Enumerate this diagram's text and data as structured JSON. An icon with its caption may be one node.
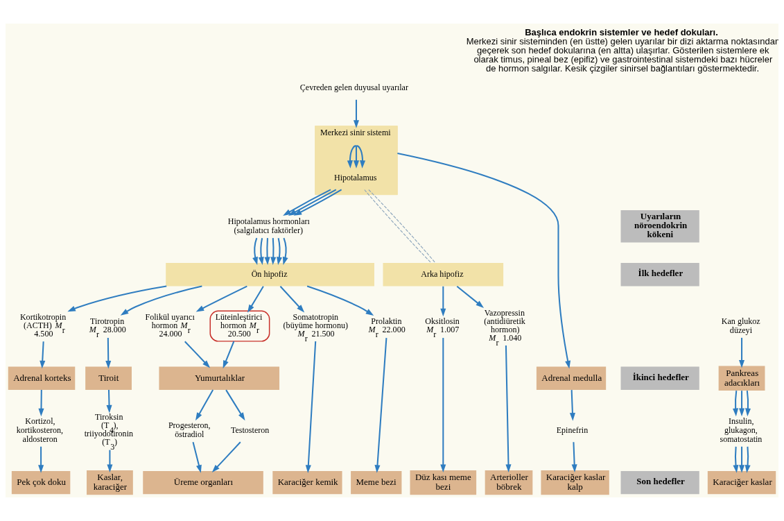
{
  "diagram": {
    "title": "Başlıca endokrin sistemler ve hedef dokuları.",
    "caption": "Merkezi sinir sisteminden (en üstte) gelen uyarılar bir dizi aktarma noktasından geçerek son hedef dokularına (en altta) ulaşırlar. Gösterilen sistemlere ek olarak timus, pineal bez (epifiz) ve gastrointestinal sistemdeki bazı hücreler de hormon salgılar. Kesik çizgiler sinirsel bağlantıları göstermektedir.",
    "nodes": [
      {
        "text": [
          "Çevreden gelen duyusal uyarılar"
        ]
      },
      {
        "text": [
          "Uyarıların nöroendokrin kökeni"
        ]
      },
      {
        "text": [
          "Merkezi sinir sistemi"
        ]
      },
      {
        "text": [
          "Hipotalamus"
        ],
        "in": 2
      },
      {
        "text": [
          "Hipotalamus hormonları (salgılatıcı faktörler)"
        ]
      },
      {
        "text": [
          "İlk hedefler"
        ]
      },
      {
        "text": [
          "Ön hipofiz"
        ]
      },
      {
        "text": [
          "Arka hipofiz"
        ]
      },
      {
        "text": [
          "Kortikotropin (ACTH) *M*$_{r}$ 4.500"
        ]
      },
      {
        "text": [
          "Tirotropin *M*$_{r}$ 28.000"
        ]
      },
      {
        "text": [
          "Folikül uyarıcı hormon *M*$_{r}$ 24.000"
        ]
      },
      {
        "text": [
          "Lüteinleştirici hormon *M*$_{r}$ 20.500"
        ]
      },
      {
        "text": [
          "Somatotropin (büyüme hormonu) *M*$_{r}$ 21.500"
        ]
      },
      {
        "text": [
          "Prolaktin *M*$_{r}$ 22.000"
        ]
      },
      {
        "text": [
          "Oksitlosin *M*$_{r}$ 1.007"
        ]
      },
      {
        "text": [
          "Vazopressin (antidiüretik hormon) *M*$_{r}$ 1.040"
        ]
      },
      {
        "text": [
          "Kan glukoz düzeyi"
        ]
      },
      {
        "text": [
          "İkinci hedefler"
        ]
      },
      {
        "text": [
          "Adrenal korteks"
        ]
      },
      {
        "text": [
          "Tiroit"
        ]
      },
      {
        "text": [
          "Yumurtalıklar"
        ]
      },
      {
        "text": [
          "Pankreas adacıkları"
        ]
      },
      {
        "text": [
          "Adrenal medulla"
        ]
      },
      {
        "text": [
          "Kortizol, kortikosteron, aldosteron"
        ]
      },
      {
        "text": [
          "Tiroksin (T$_{4}$), triiyodotironin (T$_{3}$)"
        ]
      },
      {
        "text": [
          "Progesteron, östradiol"
        ]
      },
      {
        "text": [
          "Testosteron"
        ]
      },
      {
        "text": [
          "Insulin, glukagon, somatostatin"
        ]
      },
      {
        "text": [
          "Epinefrin"
        ]
      },
      {
        "text": [
          "Son hedefler"
        ]
      },
      {
        "text": [
          "Pek çok doku"
        ]
      },
      {
        "text": [
          "Kaslar, karaciğer"
        ]
      },
      {
        "text": [
          "Üreme organları"
        ]
      },
      {
        "text": [
          "Karaciğer kemik"
        ]
      },
      {
        "text": [
          "Meme bezi"
        ]
      },
      {
        "text": [
          "Düz kası meme bezi"
        ]
      },
      {
        "text": [
          "Arterioller böbrek"
        ]
      },
      {
        "text": [
          "Karaciğer kaslar"
        ]
      },
      {
        "text": [
          "Karaciğer kaslar kalp"
        ]
      }
    ],
    "edges": [
      {
        "from": 0,
        "to": 2,
        "arrow": "to"
      },
      {
        "from": 2,
        "to": 3,
        "arrow": "to"
      },
      {
        "from": 2,
        "to": 3,
        "arrow": "to"
      },
      {
        "from": 2,
        "to": 3,
        "arrow": "to"
      },
      {
        "from": 2,
        "to": 22,
        "arrow": "to"
      },
      {
        "from": 3,
        "to": 4,
        "arrow": "to"
      },
      {
        "from": 3,
        "to": 4,
        "arrow": "to"
      },
      {
        "from": 3,
        "to": 4,
        "arrow": "to"
      },
      {
        "from": 3,
        "to": 7,
        "arrow": "none",
        "style": "dashed",
        "color": "#8aa3bb"
      },
      {
        "from": 3,
        "to": 7,
        "arrow": "none",
        "style": "dashed",
        "color": "#8aa3bb"
      },
      {
        "from": 4,
        "to": 6,
        "arrow": "to"
      },
      {
        "from": 4,
        "to": 6,
        "arrow": "to"
      },
      {
        "from": 4,
        "to": 6,
        "arrow": "to"
      },
      {
        "from": 4,
        "to": 6,
        "arrow": "to"
      },
      {
        "from": 4,
        "to": 6,
        "arrow": "to"
      },
      {
        "from": 4,
        "to": 6,
        "arrow": "to"
      },
      {
        "from": 6,
        "to": 8,
        "arrow": "to"
      },
      {
        "from": 6,
        "to": 9,
        "arrow": "to"
      },
      {
        "from": 6,
        "to": 10,
        "arrow": "to"
      },
      {
        "from": 6,
        "to": 11,
        "arrow": "to"
      },
      {
        "from": 6,
        "to": 12,
        "arrow": "to"
      },
      {
        "from": 6,
        "to": 13,
        "arrow": "to"
      },
      {
        "from": 7,
        "to": 14,
        "arrow": "to"
      },
      {
        "from": 7,
        "to": 15,
        "arrow": "to"
      },
      {
        "from": 8,
        "to": 18,
        "arrow": "to"
      },
      {
        "from": 9,
        "to": 19,
        "arrow": "to"
      },
      {
        "from": 10,
        "to": 20,
        "arrow": "to"
      },
      {
        "from": 11,
        "to": 20,
        "arrow": "to"
      },
      {
        "from": 12,
        "to": 33,
        "arrow": "to"
      },
      {
        "from": 13,
        "to": 34,
        "arrow": "to"
      },
      {
        "from": 14,
        "to": 35,
        "arrow": "to"
      },
      {
        "from": 15,
        "to": 36,
        "arrow": "to"
      },
      {
        "from": 16,
        "to": 21,
        "arrow": "to"
      },
      {
        "from": 18,
        "to": 23,
        "arrow": "to"
      },
      {
        "from": 19,
        "to": 24,
        "arrow": "to"
      },
      {
        "from": 20,
        "to": 25,
        "arrow": "to"
      },
      {
        "from": 20,
        "to": 26,
        "arrow": "to"
      },
      {
        "from": 21,
        "to": 27,
        "arrow": "to"
      },
      {
        "from": 21,
        "to": 27,
        "arrow": "to"
      },
      {
        "from": 21,
        "to": 27,
        "arrow": "to"
      },
      {
        "from": 22,
        "to": 28,
        "arrow": "to"
      },
      {
        "from": 23,
        "to": 30,
        "arrow": "to"
      },
      {
        "from": 24,
        "to": 31,
        "arrow": "to"
      },
      {
        "from": 25,
        "to": 32,
        "arrow": "to"
      },
      {
        "from": 26,
        "to": 32,
        "arrow": "to"
      },
      {
        "from": 27,
        "to": 37,
        "arrow": "to"
      },
      {
        "from": 27,
        "to": 37,
        "arrow": "to"
      },
      {
        "from": 27,
        "to": 37,
        "arrow": "to"
      },
      {
        "from": 28,
        "to": 38,
        "arrow": "to"
      }
    ]
  }
}
